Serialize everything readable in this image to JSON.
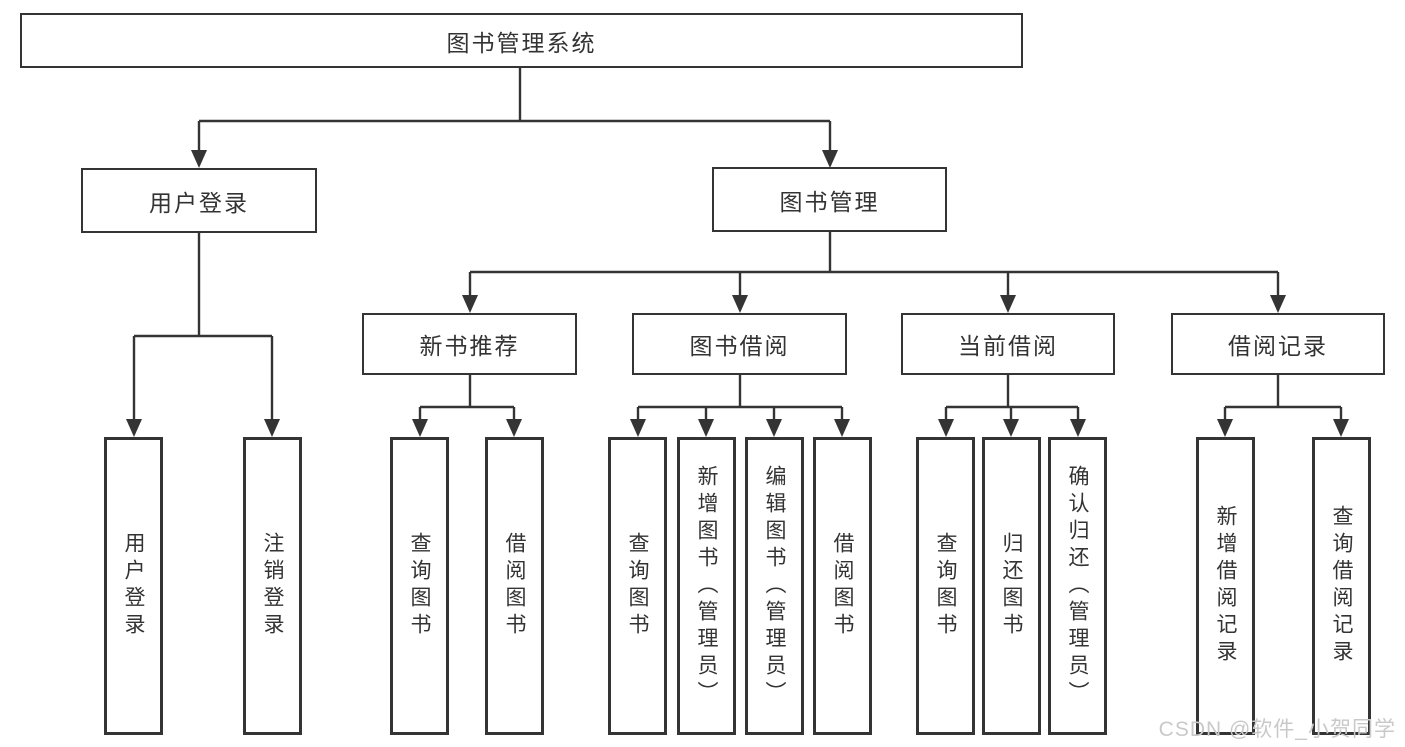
{
  "nodes": {
    "root": {
      "label": "图书管理系统"
    },
    "user_login": {
      "label": "用户登录"
    },
    "book_management": {
      "label": "图书管理"
    },
    "new_book_recommend": {
      "label": "新书推荐"
    },
    "book_borrow": {
      "label": "图书借阅"
    },
    "current_borrow": {
      "label": "当前借阅"
    },
    "borrow_record": {
      "label": "借阅记录"
    },
    "leaf_user_login": {
      "label": "用户登录"
    },
    "leaf_logout": {
      "label": "注销登录"
    },
    "leaf_recommend_query_book": {
      "label": "查询图书"
    },
    "leaf_recommend_borrow_book": {
      "label": "借阅图书"
    },
    "leaf_borrow_query_book": {
      "label": "查询图书"
    },
    "leaf_borrow_add_book": {
      "label": "新增图书（管理员）"
    },
    "leaf_borrow_edit_book": {
      "label": "编辑图书（管理员）"
    },
    "leaf_borrow_borrow_book": {
      "label": "借阅图书"
    },
    "leaf_current_query_book": {
      "label": "查询图书"
    },
    "leaf_current_return_book": {
      "label": "归还图书"
    },
    "leaf_current_confirm_return": {
      "label": "确认归还（管理员）"
    },
    "leaf_record_add_record": {
      "label": "新增借阅记录"
    },
    "leaf_record_query_record": {
      "label": "查询借阅记录"
    }
  },
  "hierarchy": {
    "图书管理系统": [
      "用户登录",
      "图书管理"
    ],
    "用户登录": [
      "用户登录",
      "注销登录"
    ],
    "图书管理": [
      "新书推荐",
      "图书借阅",
      "当前借阅",
      "借阅记录"
    ],
    "新书推荐": [
      "查询图书",
      "借阅图书"
    ],
    "图书借阅": [
      "查询图书",
      "新增图书（管理员）",
      "编辑图书（管理员）",
      "借阅图书"
    ],
    "当前借阅": [
      "查询图书",
      "归还图书",
      "确认归还（管理员）"
    ],
    "借阅记录": [
      "新增借阅记录",
      "查询借阅记录"
    ]
  },
  "watermark": "CSDN @软件_小贺同学",
  "colors": {
    "background": "#ffffff",
    "line": "#343434",
    "box_border": "#343434",
    "text": "#333333",
    "watermark": "#c9c9c9"
  }
}
